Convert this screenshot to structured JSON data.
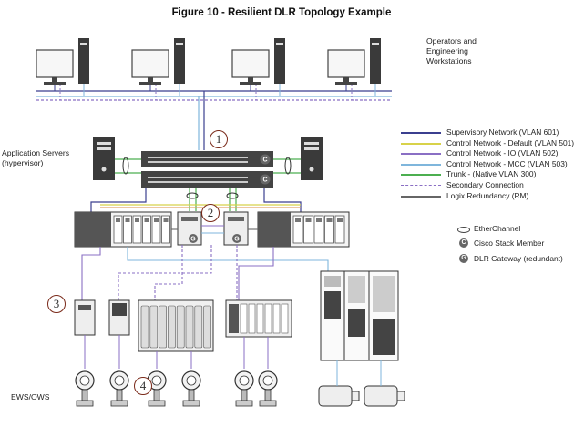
{
  "figure": {
    "title": "Figure 10 - Resilient DLR Topology Example"
  },
  "labels": {
    "workstations": [
      "Operators and",
      "Engineering",
      "Workstations"
    ],
    "app_servers": [
      "Application Servers",
      "(hypervisor)"
    ],
    "ews_ows": "EWS/OWS"
  },
  "legend": {
    "lines": [
      {
        "label": "Supervisory Network (VLAN 601)",
        "color": "#3b3f8f",
        "style": "solid"
      },
      {
        "label": "Control Network - Default (VLAN 501)",
        "color": "#d8d24a",
        "style": "solid"
      },
      {
        "label": "Control Network - IO (VLAN 502)",
        "color": "#8a6fc4",
        "style": "solid"
      },
      {
        "label": "Control Network - MCC (VLAN 503)",
        "color": "#7fb6dc",
        "style": "solid"
      },
      {
        "label": "Trunk - (Native VLAN 300)",
        "color": "#4caf50",
        "style": "solid"
      },
      {
        "label": "Secondary Connection",
        "color": "#8a6fc4",
        "style": "dashed"
      },
      {
        "label": "Logix Redundancy (RM)",
        "color": "#666666",
        "style": "solid"
      }
    ],
    "symbols": [
      {
        "label": "EtherChannel",
        "icon": "etherchannel-icon"
      },
      {
        "label": "Cisco Stack Member",
        "icon": "stack-member-icon",
        "glyph": "C"
      },
      {
        "label": "DLR Gateway (redundant)",
        "icon": "dlr-gateway-icon",
        "glyph": "G"
      }
    ]
  },
  "callouts": [
    "1",
    "2",
    "3",
    "4"
  ],
  "badges": {
    "stack": "C",
    "gateway": "G"
  }
}
